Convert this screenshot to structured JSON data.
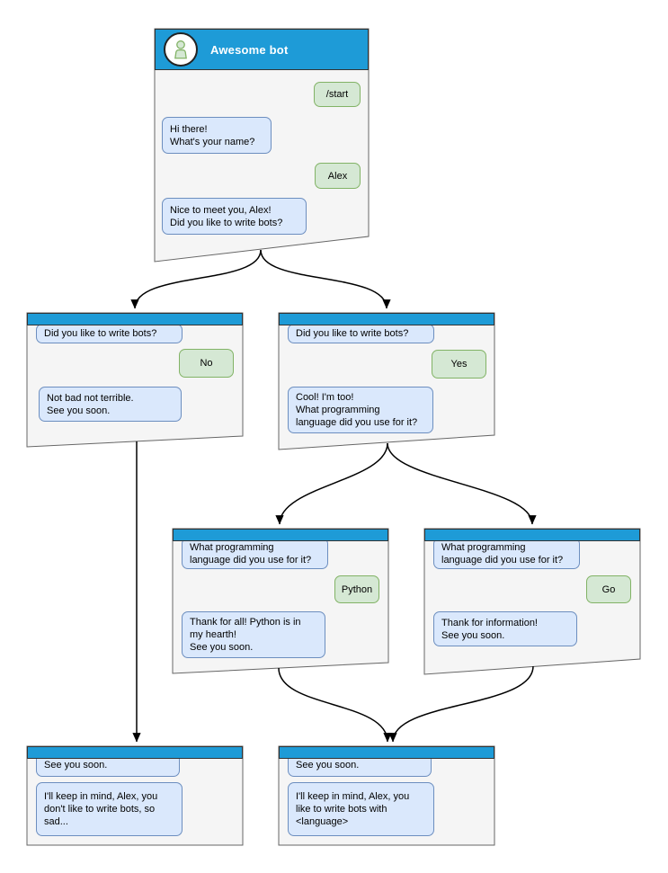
{
  "theme": {
    "header_blue": "#1e9bd7",
    "window_fill": "#f5f5f5",
    "window_stroke": "#666666",
    "bar_border": "#333333",
    "bot_bubble_fill": "#dae8fc",
    "bot_bubble_stroke": "#6c8ebf",
    "user_bubble_fill": "#d5e8d4",
    "user_bubble_stroke": "#82b366",
    "arrow_color": "#000000",
    "title_color": "#ffffff"
  },
  "windows": [
    {
      "id": "start",
      "title": "Awesome bot",
      "messages": [
        {
          "from": "user",
          "text": "/start"
        },
        {
          "from": "bot",
          "text": "Hi there!\nWhat's your name?"
        },
        {
          "from": "user",
          "text": "Alex"
        },
        {
          "from": "bot",
          "text": "Nice to meet you, Alex!\nDid you like to write bots?"
        }
      ]
    },
    {
      "id": "branch-no",
      "messages": [
        {
          "from": "bot",
          "text": "Did you like to write bots?"
        },
        {
          "from": "user",
          "text": "No"
        },
        {
          "from": "bot",
          "text": "Not bad not terrible.\nSee you soon."
        }
      ]
    },
    {
      "id": "branch-yes",
      "messages": [
        {
          "from": "bot",
          "text": "Did you like to write bots?"
        },
        {
          "from": "user",
          "text": "Yes"
        },
        {
          "from": "bot",
          "text": "Cool! I'm too!\nWhat programming\nlanguage did you use for it?"
        }
      ]
    },
    {
      "id": "lang-python",
      "messages": [
        {
          "from": "bot",
          "text": "What programming\nlanguage did you use for it?"
        },
        {
          "from": "user",
          "text": "Python"
        },
        {
          "from": "bot",
          "text": "Thank for all! Python is in\nmy hearth!\nSee you soon."
        }
      ]
    },
    {
      "id": "lang-go",
      "messages": [
        {
          "from": "bot",
          "text": "What programming\nlanguage did you use for it?"
        },
        {
          "from": "user",
          "text": "Go"
        },
        {
          "from": "bot",
          "text": "Thank for information!\nSee you soon."
        }
      ]
    },
    {
      "id": "end-no",
      "messages": [
        {
          "from": "bot",
          "text": "See you soon."
        },
        {
          "from": "bot",
          "text": "I'll keep in mind, Alex, you\ndon't like to write bots, so\nsad..."
        }
      ]
    },
    {
      "id": "end-yes",
      "messages": [
        {
          "from": "bot",
          "text": "See you soon."
        },
        {
          "from": "bot",
          "text": "I'll keep in mind, Alex, you\nlike to write bots with\n<language>"
        }
      ]
    }
  ],
  "edges": [
    {
      "from": "start",
      "to": "branch-no"
    },
    {
      "from": "start",
      "to": "branch-yes"
    },
    {
      "from": "branch-yes",
      "to": "lang-python"
    },
    {
      "from": "branch-yes",
      "to": "lang-go"
    },
    {
      "from": "branch-no",
      "to": "end-no"
    },
    {
      "from": "lang-python",
      "to": "end-yes"
    },
    {
      "from": "lang-go",
      "to": "end-yes"
    }
  ]
}
